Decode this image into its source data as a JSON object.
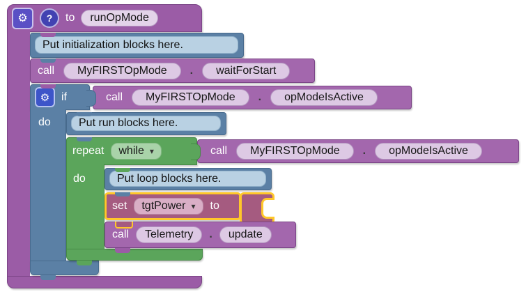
{
  "colors": {
    "procedure_purple": "#9b5ca6",
    "logic_blue": "#5b80a5",
    "loop_green": "#5ba55b",
    "variable_magenta": "#a55b80",
    "selection_yellow": "#ffc72a"
  },
  "icons": {
    "gear": "⚙",
    "help": "?",
    "dropdown_arrow": "▾"
  },
  "procedure": {
    "to_label": "to",
    "name": "runOpMode"
  },
  "comments": {
    "init": "Put initialization blocks here.",
    "run": "Put run blocks here.",
    "loop": "Put loop blocks here."
  },
  "calls": {
    "label": "call",
    "dot": ".",
    "wait": {
      "object": "MyFIRSTOpMode",
      "method": "waitForStart"
    },
    "if_condition": {
      "object": "MyFIRSTOpMode",
      "method": "opModeIsActive"
    },
    "while_condition": {
      "object": "MyFIRSTOpMode",
      "method": "opModeIsActive"
    },
    "telemetry": {
      "object": "Telemetry",
      "method": "update"
    }
  },
  "if_block": {
    "if_label": "if",
    "do_label": "do"
  },
  "repeat_block": {
    "repeat_label": "repeat",
    "mode": "while",
    "do_label": "do"
  },
  "set_block": {
    "set_label": "set",
    "variable": "tgtPower",
    "to_label": "to"
  }
}
